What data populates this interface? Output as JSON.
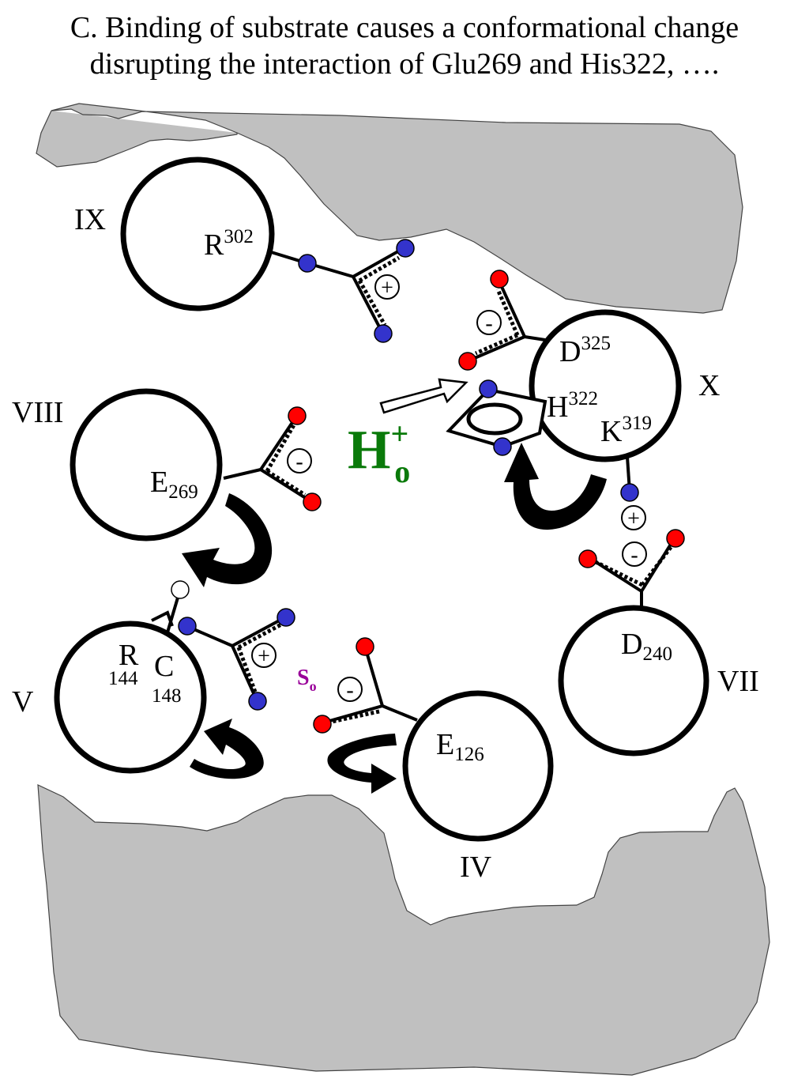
{
  "title": {
    "line1": "C. Binding of substrate causes a conformational change",
    "line2": "disrupting the interaction of Glu269 and His322, …."
  },
  "helices": {
    "ix": "IX",
    "x": "X",
    "viii": "VIII",
    "v": "V",
    "vii": "VII",
    "iv": "IV"
  },
  "residues": {
    "r302": {
      "letter": "R",
      "number": "302"
    },
    "d325": {
      "letter": "D",
      "number": "325"
    },
    "h322": {
      "letter": "H",
      "number": "322"
    },
    "k319": {
      "letter": "K",
      "number": "319"
    },
    "e269": {
      "letter": "E",
      "number": "269"
    },
    "r144": {
      "letter": "R",
      "number": "144"
    },
    "c148": {
      "letter": "C",
      "number": "148"
    },
    "d240": {
      "letter": "D",
      "number": "240"
    },
    "e126": {
      "letter": "E",
      "number": "126"
    }
  },
  "charges": {
    "plus": "+",
    "minus": "-"
  },
  "proton": {
    "symbol": "H",
    "charge": "+",
    "sub": "o"
  },
  "substrate": {
    "symbol": "S",
    "sub": "o"
  },
  "colors": {
    "membrane": "#c0c0c0",
    "oxygen": "#ff0000",
    "nitrogen": "#3333cc",
    "proton": "#0a7a0a",
    "substrate": "#990099"
  }
}
